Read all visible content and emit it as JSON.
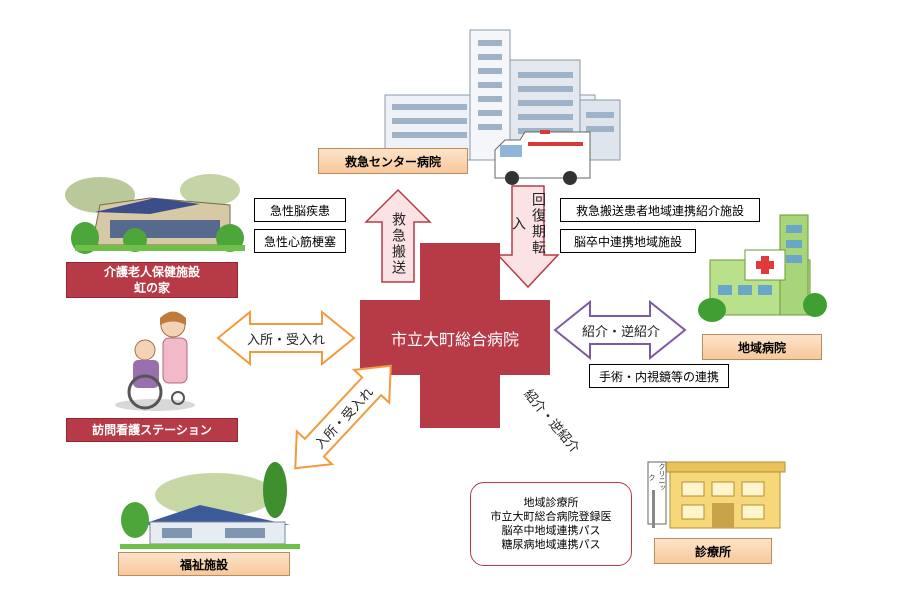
{
  "center": {
    "label": "市立大町総合病院"
  },
  "nodes": {
    "emergency_center": "救急センター病院",
    "care_facility_line1": "介護老人保健施設",
    "care_facility_line2": "虹の家",
    "nursing_station": "訪問看護ステーション",
    "welfare": "福祉施設",
    "regional_hospital": "地域病院",
    "clinic": "診療所",
    "clinic_sign": "クリニック"
  },
  "labels": {
    "emergency_transport": "救急搬送",
    "return_transfer": "回復期転入",
    "admission_left": "入所・受入れ",
    "admission_diag": "入所・受入れ",
    "referral_right": "紹介・逆紹介",
    "referral_diag": "紹介・逆紹介",
    "acute_brain": "急性脳疾患",
    "acute_mi": "急性心筋梗塞",
    "emergency_partner": "救急搬送患者地域連携紹介施設",
    "stroke_regional": "脳卒中連携地域施設",
    "surgery_link": "手術・内視鏡等の連携"
  },
  "clinic_note": [
    "地域診療所",
    "市立大町総合病院登録医",
    "脳卒中地域連携パス",
    "糖尿病地域連携パス"
  ],
  "colors": {
    "cross": "#b73b47",
    "arrow_red_fill": "#fbe3e5",
    "arrow_orange_fill": "#ffffff",
    "arrow_orange_stroke": "#f39a3d",
    "arrow_purple_stroke": "#7d5aa6",
    "label_peach": "#f7c89b",
    "label_red": "#b73b47"
  }
}
